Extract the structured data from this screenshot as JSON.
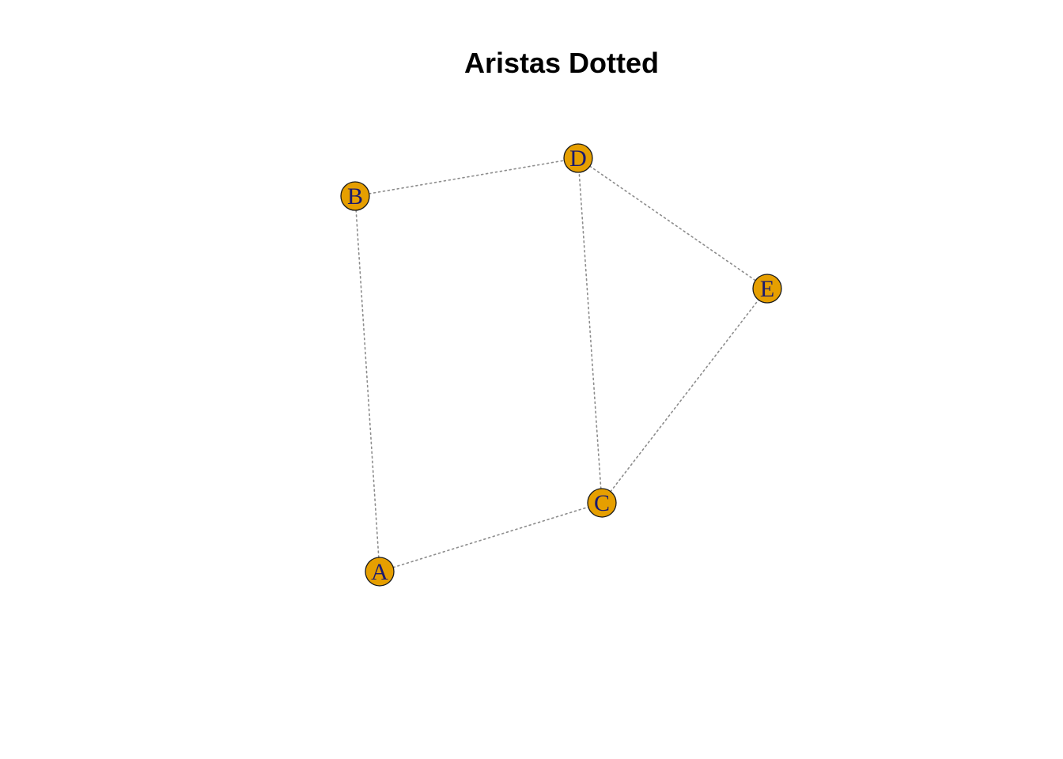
{
  "title": "Aristas Dotted",
  "graph": {
    "nodes": [
      {
        "id": "A",
        "label": "A"
      },
      {
        "id": "B",
        "label": "B"
      },
      {
        "id": "C",
        "label": "C"
      },
      {
        "id": "D",
        "label": "D"
      },
      {
        "id": "E",
        "label": "E"
      }
    ],
    "edges": [
      {
        "source": "A",
        "target": "B"
      },
      {
        "source": "A",
        "target": "C"
      },
      {
        "source": "B",
        "target": "D"
      },
      {
        "source": "C",
        "target": "D"
      },
      {
        "source": "C",
        "target": "E"
      },
      {
        "source": "D",
        "target": "E"
      }
    ],
    "edge_style": "dotted",
    "colors": {
      "node_fill": "#E69F00",
      "node_stroke": "#1a1a1a",
      "label": "#1a1a6e",
      "edge": "#8c8c8c"
    }
  }
}
